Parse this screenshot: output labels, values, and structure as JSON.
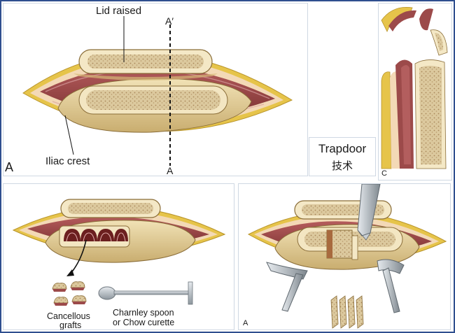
{
  "figure": {
    "panel_a": {
      "letter": "A",
      "section_top": "A′",
      "section_bottom": "A",
      "label_lid": "Lid raised",
      "label_crest": "Iliac crest"
    },
    "caption": {
      "english": "Trapdoor",
      "chinese": "技术"
    },
    "panel_c": {
      "letter": "C"
    },
    "panel_b": {
      "label_grafts": [
        "Cancellous",
        "grafts"
      ],
      "label_tool": [
        "Charnley spoon",
        "or Chow curette"
      ]
    },
    "panel_d": {
      "letter": "A"
    }
  },
  "colors": {
    "frame": "#2f4f8f",
    "fat_yellow": "#e6c44a",
    "skin": "#f3d9b6",
    "muscle": "#9c4a4a",
    "bone_tan": "#e4cf96",
    "cancellous": "#d8c49a",
    "instrument": "#a9b2b8"
  }
}
